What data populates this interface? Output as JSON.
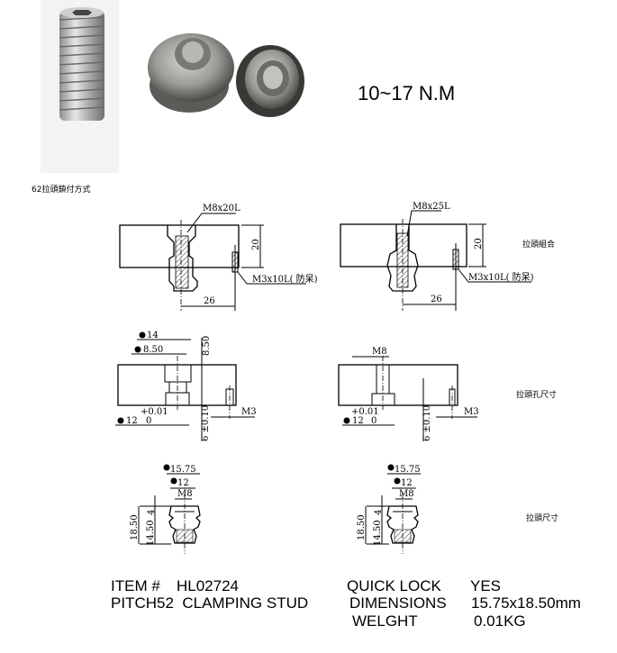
{
  "torque": "10~17 N.M",
  "caption": "62拉頭鎖付方式",
  "section_labels": {
    "assembly": "拉頭組合",
    "hole_size": "拉頭孔尺寸",
    "stud_size": "拉頭尺寸"
  },
  "assembly": {
    "left": {
      "bolt": "M8x20L",
      "pin": "M3x10L( 防呆)",
      "height": "20",
      "offset": "26"
    },
    "right": {
      "bolt": "M8x25L",
      "pin": "M3x10L( 防呆)",
      "height": "20",
      "offset": "26"
    }
  },
  "hole": {
    "left": {
      "d1": "14",
      "d2": "8.50",
      "depth1": "8.50",
      "d3": "12",
      "tol_upper": "+0.01",
      "tol_lower": "0",
      "depth2": "6 ±0.10",
      "pin": "M3"
    },
    "right": {
      "thread": "M8",
      "d3": "12",
      "tol_upper": "+0.01",
      "tol_lower": "0",
      "depth2": "6 ±0.10",
      "pin": "M3"
    }
  },
  "stud": {
    "d_outer": "15.75",
    "d_inner": "12",
    "thread": "M8",
    "h_total": "18.50",
    "h_body": "14.50",
    "h_top": "4"
  },
  "specs": {
    "item_label": "ITEM #",
    "item_value": "HL02724",
    "description": "PITCH52  CLAMPING STUD",
    "quick_lock_label": "QUICK LOCK",
    "quick_lock_value": "YES",
    "dimensions_label": "DIMENSIONS",
    "dimensions_value": "15.75x18.50mm",
    "weight_label": "WELGHT",
    "weight_value": "0.01KG"
  }
}
